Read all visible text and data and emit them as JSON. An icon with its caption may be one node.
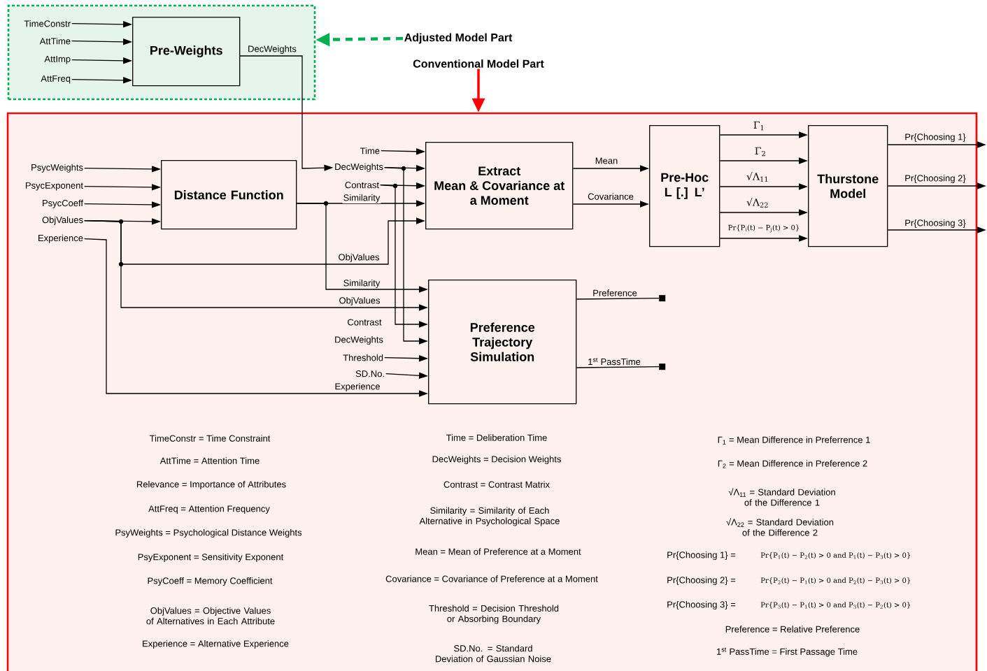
{
  "diagram": {
    "nodes": [
      {
        "text": [],
        "shape": "box"
      },
      {
        "text": [
          "Pre-Weights"
        ],
        "in": 0
      },
      {
        "text": [
          "TimeConstr"
        ],
        "in": 0
      },
      {
        "text": [
          "AttTime"
        ],
        "in": 0
      },
      {
        "text": [
          "AttImp"
        ],
        "in": 0
      },
      {
        "text": [
          "AttFreq"
        ],
        "in": 0
      },
      {
        "text": [
          "Adjusted Model Part"
        ]
      },
      {
        "text": [
          "Conventional Model Part"
        ]
      },
      {
        "text": [],
        "shape": "box"
      },
      {
        "text": [
          "PsycWeights"
        ],
        "in": 8
      },
      {
        "text": [
          "PsycExponent"
        ],
        "in": 8
      },
      {
        "text": [
          "PsycCoeff"
        ],
        "in": 8
      },
      {
        "text": [
          "ObjValues"
        ],
        "in": 8
      },
      {
        "text": [
          "Experience"
        ],
        "in": 8
      },
      {
        "text": [
          "Distance Function"
        ],
        "in": 8
      },
      {
        "text": [
          "Time"
        ],
        "in": 8
      },
      {
        "text": [
          "DecWeights"
        ],
        "in": 8
      },
      {
        "text": [
          "Contrast"
        ],
        "in": 8
      },
      {
        "text": [
          "Extract Mean & Covariance at a Moment"
        ],
        "in": 8
      },
      {
        "text": [
          "Pre-Hoc L [.] L’"
        ],
        "in": 8
      },
      {
        "text": [
          "Thurstone Model"
        ],
        "in": 8
      },
      {
        "text": [
          "Threshold"
        ],
        "in": 8
      },
      {
        "text": [
          "SD.No."
        ],
        "in": 8
      },
      {
        "text": [
          "Preference Trajectory Simulation"
        ],
        "in": 8
      },
      {
        "text": [],
        "shape": "box",
        "in": 8
      },
      {
        "text": [],
        "shape": "box",
        "in": 8
      }
    ],
    "edges": [
      {
        "from": 2,
        "to": 1,
        "arrow": "to"
      },
      {
        "from": 3,
        "to": 1,
        "arrow": "to"
      },
      {
        "from": 4,
        "to": 1,
        "arrow": "to"
      },
      {
        "from": 5,
        "to": 1,
        "arrow": "to"
      },
      {
        "from": 6,
        "to": 0,
        "arrow": "to",
        "style": "dashed",
        "color": "#00b050"
      },
      {
        "from": 7,
        "to": 8,
        "arrow": "to",
        "style": "thick",
        "color": "#ff0000"
      },
      {
        "from": 1,
        "to": 16,
        "arrow": "to",
        "label": "DecWeights"
      },
      {
        "from": 9,
        "to": 14,
        "arrow": "to"
      },
      {
        "from": 10,
        "to": 14,
        "arrow": "to"
      },
      {
        "from": 11,
        "to": 14,
        "arrow": "to"
      },
      {
        "from": 12,
        "to": 14,
        "arrow": "to"
      },
      {
        "from": 15,
        "to": 18,
        "arrow": "to"
      },
      {
        "from": 16,
        "to": 18,
        "arrow": "to"
      },
      {
        "from": 17,
        "to": 18,
        "arrow": "to"
      },
      {
        "from": 14,
        "to": 18,
        "arrow": "to",
        "label": "Similarity"
      },
      {
        "from": 12,
        "to": 18,
        "arrow": "to",
        "label": "ObjValues"
      },
      {
        "from": 14,
        "to": 23,
        "arrow": "to",
        "label": "Similarity"
      },
      {
        "from": 12,
        "to": 23,
        "arrow": "to",
        "label": "ObjValues"
      },
      {
        "from": 17,
        "to": 23,
        "arrow": "to",
        "label": "Contrast"
      },
      {
        "from": 16,
        "to": 23,
        "arrow": "to",
        "label": "DecWeights"
      },
      {
        "from": 21,
        "to": 23,
        "arrow": "to"
      },
      {
        "from": 22,
        "to": 23,
        "arrow": "to"
      },
      {
        "from": 13,
        "to": 23,
        "arrow": "to",
        "label": "Experience"
      },
      {
        "from": 18,
        "to": 19,
        "arrow": "to",
        "label": "Mean"
      },
      {
        "from": 18,
        "to": 19,
        "arrow": "to",
        "label": "Covariance"
      },
      {
        "from": 19,
        "to": 20,
        "arrow": "to",
        "label": "Γ$_{1}$"
      },
      {
        "from": 19,
        "to": 20,
        "arrow": "to",
        "label": "Γ$_{2}$"
      },
      {
        "from": 19,
        "to": 20,
        "arrow": "to",
        "label": "√Λ$_{11}$"
      },
      {
        "from": 19,
        "to": 20,
        "arrow": "to",
        "label": "√Λ$_{22}$"
      },
      {
        "from": 19,
        "to": 20,
        "arrow": "to",
        "label": "Pr{P$_{i}$(t) − P$_{j}$(t) > 0}"
      },
      {
        "from": 20,
        "to": null,
        "arrow": "to",
        "label": "Pr{Choosing 1}"
      },
      {
        "from": 20,
        "to": null,
        "arrow": "to",
        "label": "Pr{Choosing 2}"
      },
      {
        "from": 20,
        "to": null,
        "arrow": "to",
        "label": "Pr{Choosing 3}"
      },
      {
        "from": 23,
        "to": 24,
        "arrow": "none",
        "label": "Preference"
      },
      {
        "from": 23,
        "to": 25,
        "arrow": "none",
        "label": "1$^{st}$ PassTime"
      }
    ],
    "labels": [
      "TimeConstr = Time Constraint",
      "AttTime = Attention Time",
      "Relevance = Importance of Attributes",
      "AttFreq = Attention Frequency",
      "PsyWeights = Psychological Distance Weights",
      "PsyExponent = Sensitivity Exponent",
      "PsyCoeff = Memory Coefficient",
      "ObjValues = Objective Values of Alternatives in Each Attribute",
      "Experience = Alternative Experience",
      "Time = Deliberation Time",
      "DecWeights = Decision Weights",
      "Contrast = Contrast Matrix",
      "Similarity = Similarity of Each Alternative in Psychological Space",
      "Mean = Mean of Preference at a Moment",
      "Covariance = Covariance of Preference at a Moment",
      "Threshold = Decision Threshold or Absorbing Boundary",
      "SD.No. = Standard Deviation of Gaussian Noise",
      "Γ$_{1}$ = Mean Difference in Preferrence 1",
      "Γ$_{2}$ = Mean Difference in Preference 2",
      "√Λ$_{11}$ = Standard Deviation of the Difference 1",
      "√Λ$_{22}$ = Standard Deviation of the Difference 2",
      "Pr{Choosing 1} =",
      "Pr{P$_{1}$(t) − P$_{2}$(t) > 0 and P$_{1}$(t) − P$_{3}$(t) > 0}",
      "Pr{Choosing 2} =",
      "Pr{P$_{2}$(t) − P$_{1}$(t) > 0 and P$_{2}$(t) − P$_{3}$(t) > 0}",
      "Pr{Choosing 3} =",
      "Pr{P$_{3}$(t) − P$_{1}$(t) > 0 and P$_{3}$(t) − P$_{2}$(t) > 0}",
      "Preference = Relative Preference",
      "1$^{st}$ PassTime = First Passage Time"
    ]
  }
}
